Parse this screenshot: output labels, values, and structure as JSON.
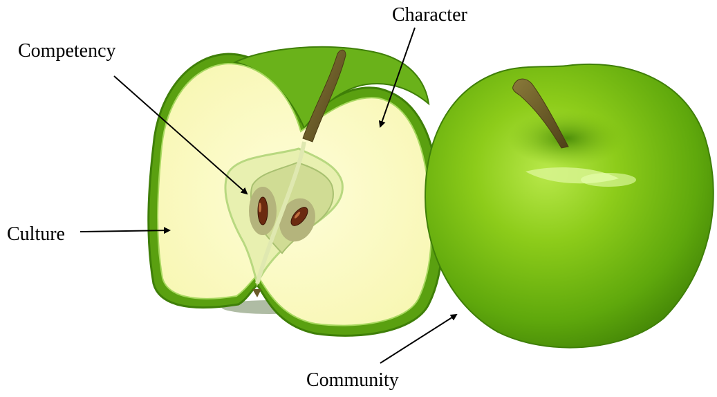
{
  "labels": {
    "character": "Character",
    "competency": "Competency",
    "culture": "Culture",
    "community": "Community"
  },
  "colors": {
    "apple_green": "#7cbb12",
    "apple_dark_green": "#3f7f08",
    "flesh": "#fdfcc4",
    "stem": "#6a5a2a",
    "seed": "#6b2a10",
    "arrow": "#000000"
  }
}
